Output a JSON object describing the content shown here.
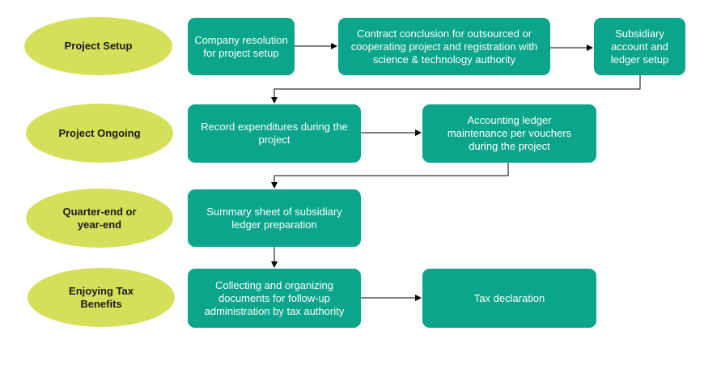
{
  "colors": {
    "phase_fill": "#d5e05a",
    "step_fill": "#0aa58a",
    "step_text": "#ffffff",
    "arrow": "#000000"
  },
  "phases": [
    {
      "label": "Project Setup"
    },
    {
      "label": "Project Ongoing"
    },
    {
      "label": "Quarter-end or year-end"
    },
    {
      "label": "Enjoying Tax Benefits"
    }
  ],
  "steps": [
    {
      "label": "Company resolution for project setup"
    },
    {
      "label": "Contract conclusion for outsourced or cooperating project and registration with science & technology authority"
    },
    {
      "label": "Subsidiary account and ledger setup"
    },
    {
      "label": "Record expenditures during the project"
    },
    {
      "label": "Accounting ledger maintenance per vouchers during the project"
    },
    {
      "label": "Summary sheet of subsidiary ledger preparation"
    },
    {
      "label": "Collecting and organizing documents for follow-up administration by tax authority"
    },
    {
      "label": "Tax declaration"
    }
  ]
}
